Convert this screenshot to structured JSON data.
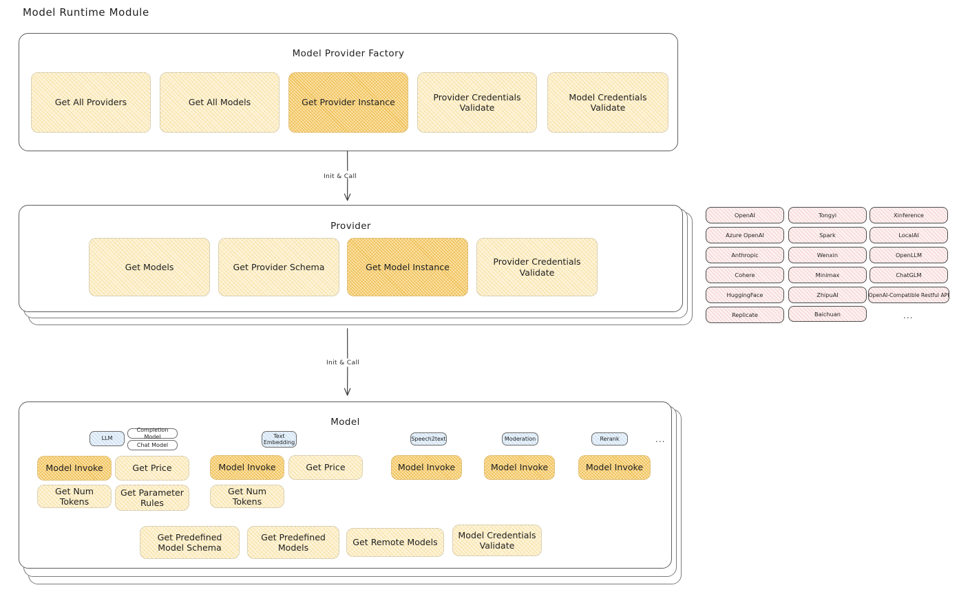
{
  "title": "Model Runtime Module",
  "colors": {
    "box_fill": "#fdf4da",
    "box_fill_highlight": "#fbe3ab",
    "chip_blue": "#e8f1fa",
    "chip_pink": "#fdf0f0",
    "stroke": "#5c5c5c"
  },
  "factory": {
    "title": "Model Provider Factory",
    "methods": [
      {
        "label": "Get All Providers",
        "highlight": false
      },
      {
        "label": "Get All Models",
        "highlight": false
      },
      {
        "label": "Get Provider Instance",
        "highlight": true
      },
      {
        "label": "Provider Credentials Validate",
        "highlight": false
      },
      {
        "label": "Model Credentials Validate",
        "highlight": false
      }
    ]
  },
  "arrows": [
    {
      "label": "Init & Call"
    },
    {
      "label": "Init & Call"
    }
  ],
  "provider": {
    "title": "Provider",
    "methods": [
      {
        "label": "Get Models",
        "highlight": false
      },
      {
        "label": "Get Provider Schema",
        "highlight": false
      },
      {
        "label": "Get Model Instance",
        "highlight": true
      },
      {
        "label": "Provider Credentials Validate",
        "highlight": false
      }
    ]
  },
  "provider_list": {
    "column1": [
      "OpenAI",
      "Azure OpenAI",
      "Anthropic",
      "Cohere",
      "HuggingFace",
      "Replicate"
    ],
    "column2": [
      "Tongyi",
      "Spark",
      "Wenxin",
      "Minimax",
      "ZhipuAI",
      "Baichuan"
    ],
    "column3": [
      "Xinference",
      "LocalAI",
      "OpenLLM",
      "ChatGLM",
      "OpenAI-Compatible Restful API"
    ],
    "more": "..."
  },
  "model": {
    "title": "Model",
    "more": "...",
    "types": [
      {
        "name": "LLM",
        "sub_chips": [
          "Completion Model",
          "Chat Model"
        ],
        "methods": [
          {
            "label": "Model Invoke",
            "highlight": true
          },
          {
            "label": "Get Price",
            "highlight": false
          },
          {
            "label": "Get Num Tokens",
            "highlight": false
          },
          {
            "label": "Get Parameter Rules",
            "highlight": false
          }
        ]
      },
      {
        "name": "Text Embedding",
        "sub_chips": [],
        "methods": [
          {
            "label": "Model Invoke",
            "highlight": true
          },
          {
            "label": "Get Price",
            "highlight": false
          },
          {
            "label": "Get Num Tokens",
            "highlight": false
          }
        ]
      },
      {
        "name": "Speech2text",
        "sub_chips": [],
        "methods": [
          {
            "label": "Model Invoke",
            "highlight": true
          }
        ]
      },
      {
        "name": "Moderation",
        "sub_chips": [],
        "methods": [
          {
            "label": "Model Invoke",
            "highlight": true
          }
        ]
      },
      {
        "name": "Rerank",
        "sub_chips": [],
        "methods": [
          {
            "label": "Model Invoke",
            "highlight": true
          }
        ]
      }
    ],
    "shared_methods": [
      {
        "label": "Get Predefined Model Schema"
      },
      {
        "label": "Get Predefined Models"
      },
      {
        "label": "Get Remote Models"
      },
      {
        "label": "Model Credentials Validate"
      }
    ]
  }
}
